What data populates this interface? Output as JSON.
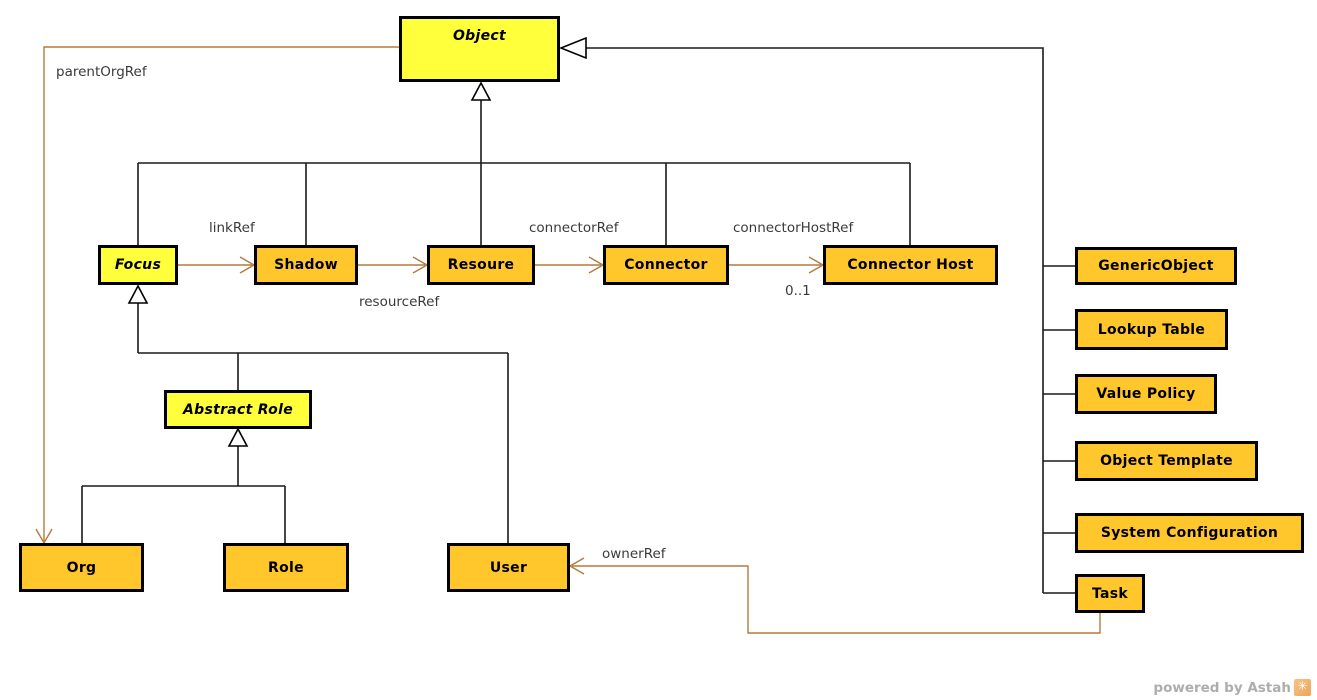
{
  "diagram": {
    "nodes": {
      "object": {
        "label": "Object"
      },
      "focus": {
        "label": "Focus"
      },
      "shadow": {
        "label": "Shadow"
      },
      "resoure": {
        "label": "Resoure"
      },
      "connector": {
        "label": "Connector"
      },
      "connector_host": {
        "label": "Connector Host"
      },
      "abstract_role": {
        "label": "Abstract Role"
      },
      "org": {
        "label": "Org"
      },
      "role": {
        "label": "Role"
      },
      "user": {
        "label": "User"
      },
      "generic_object": {
        "label": "GenericObject"
      },
      "lookup_table": {
        "label": "Lookup Table"
      },
      "value_policy": {
        "label": "Value Policy"
      },
      "object_template": {
        "label": "Object Template"
      },
      "system_configuration": {
        "label": "System Configuration"
      },
      "task": {
        "label": "Task"
      }
    },
    "edge_labels": {
      "parent_org_ref": "parentOrgRef",
      "link_ref": "linkRef",
      "resource_ref": "resourceRef",
      "connector_ref": "connectorRef",
      "connector_host_ref": "connectorHostRef",
      "multiplicity_0_1": "0..1",
      "owner_ref": "ownerRef"
    },
    "colors": {
      "abstract_fill": "#FFFF3C",
      "class_fill": "#FFC72C",
      "border": "#000000",
      "reference_edge": "#B5793C",
      "inheritance_edge": "#1a1a1a",
      "label_text": "#3a3a3a",
      "watermark_text": "#ADADAD"
    },
    "watermark": {
      "text": "powered by Astah",
      "logo_glyph": "✳"
    }
  }
}
